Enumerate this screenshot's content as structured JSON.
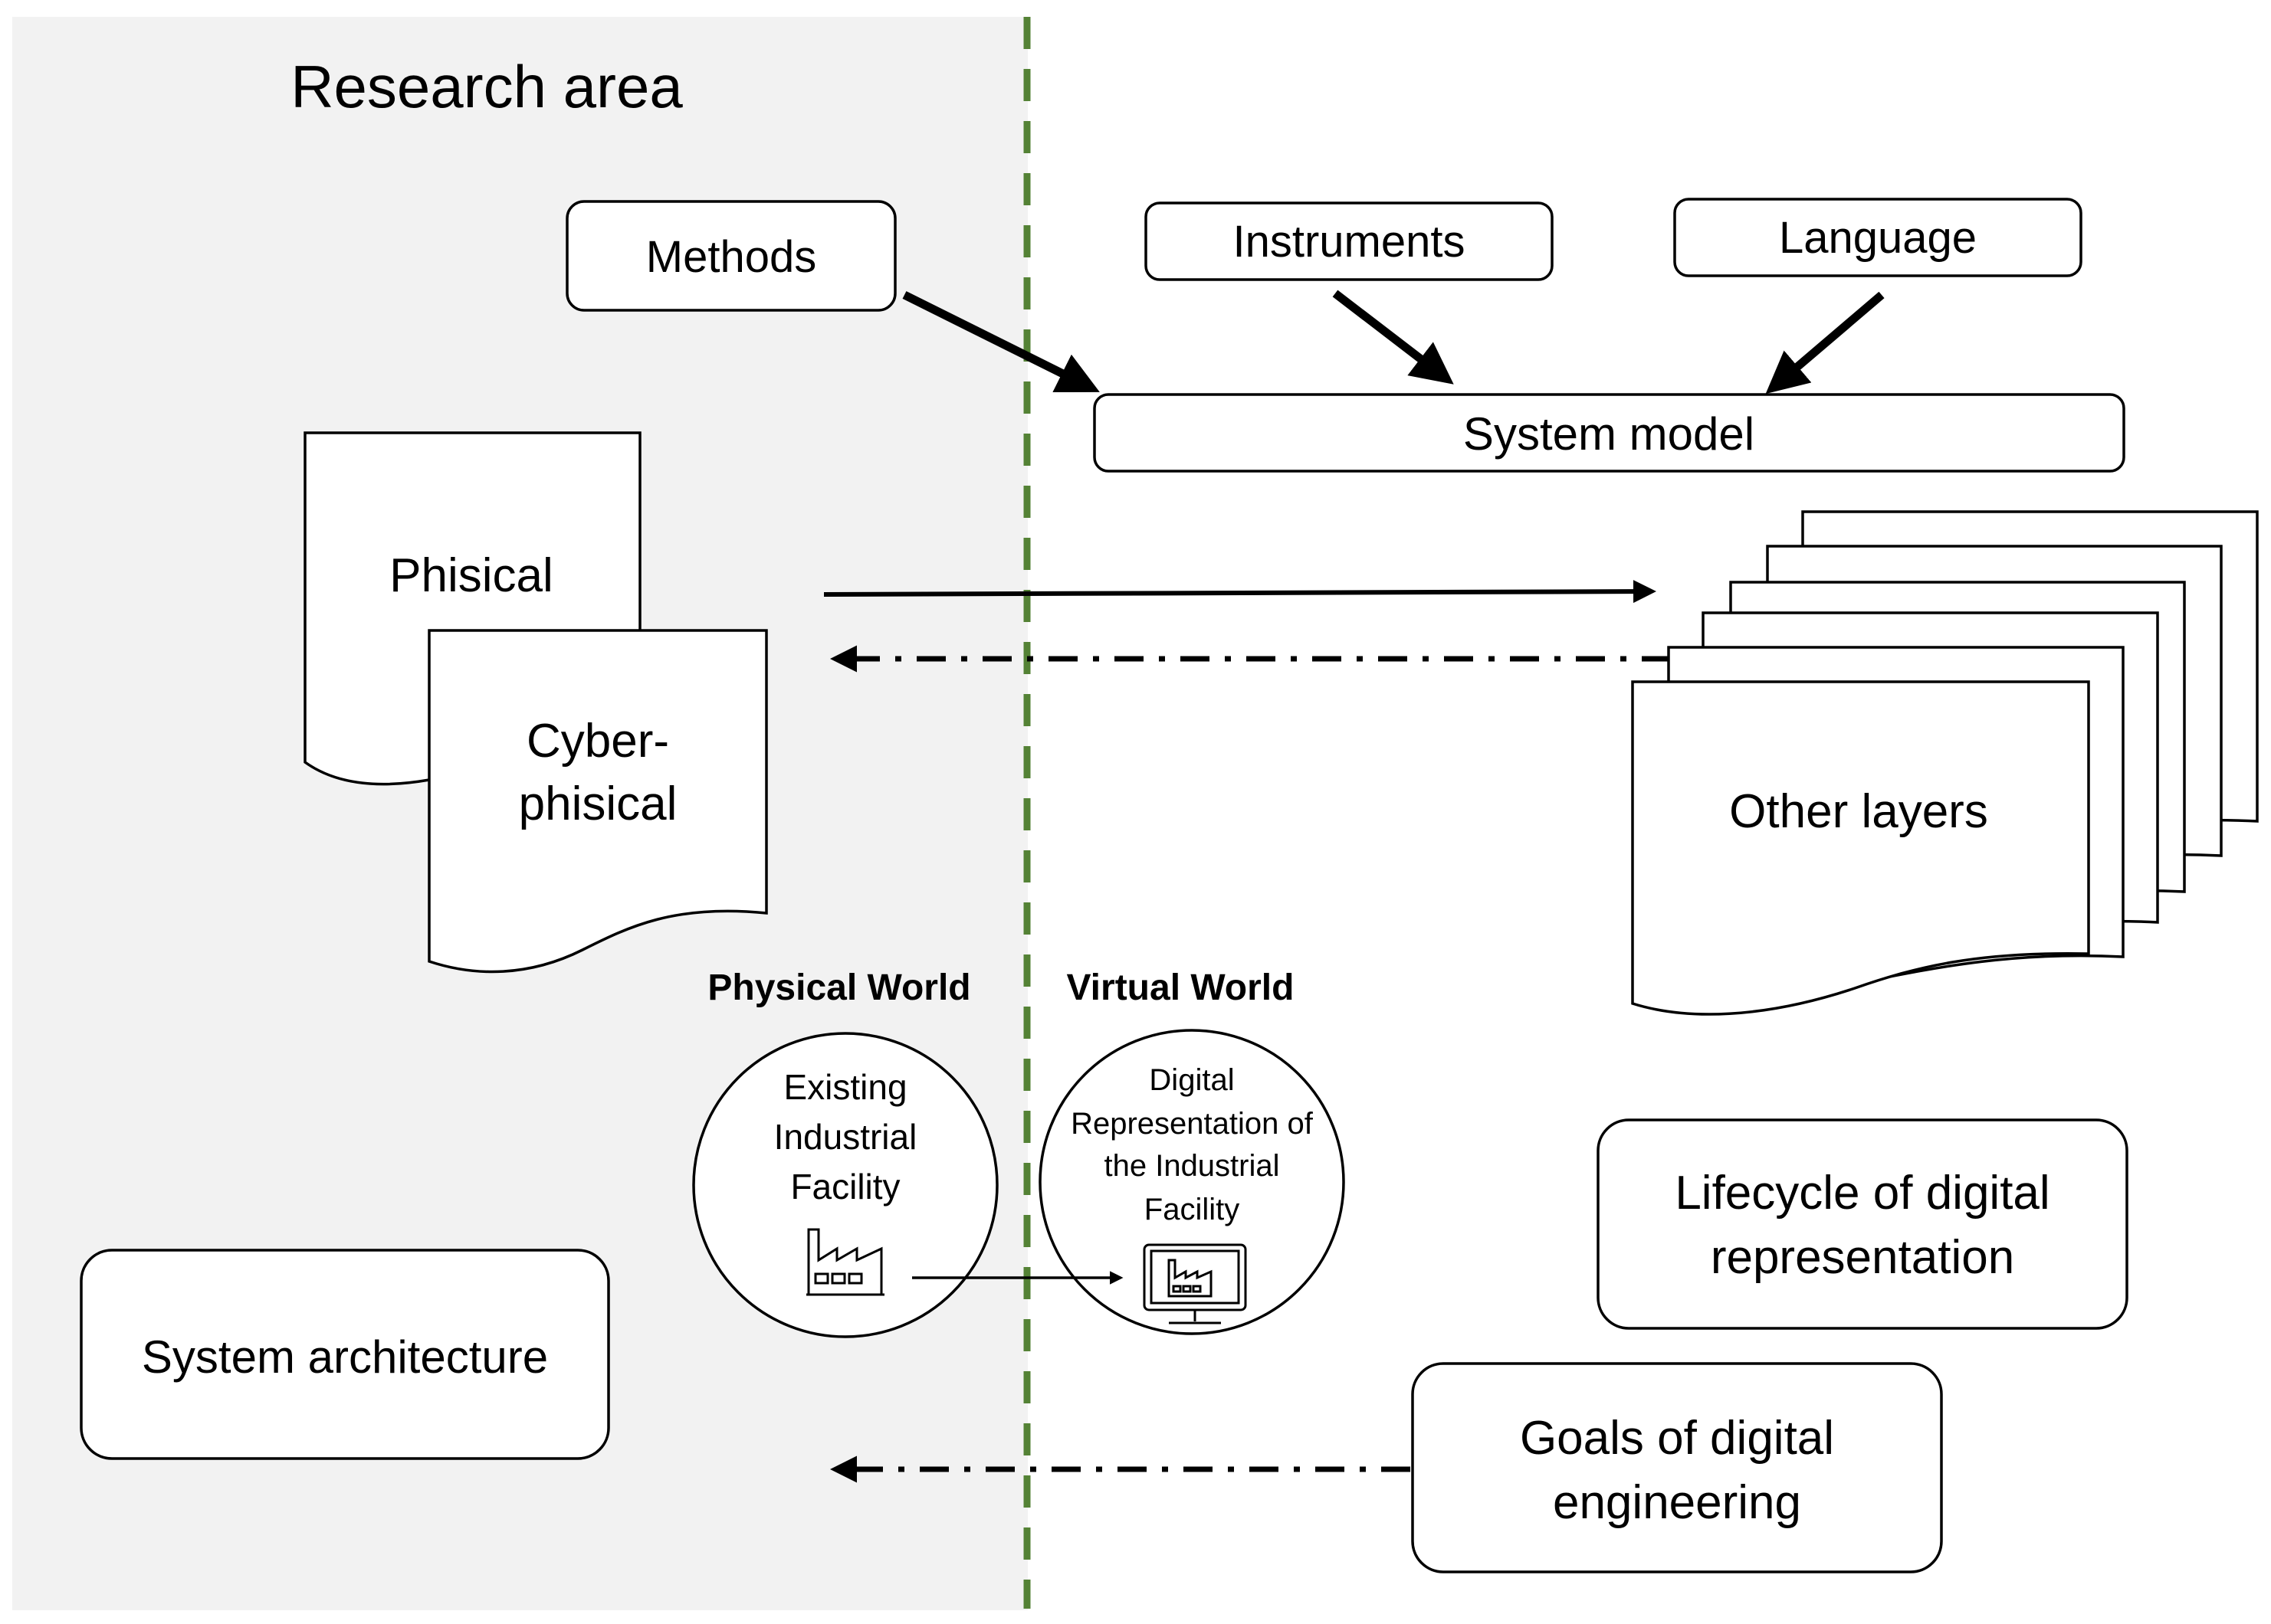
{
  "title": "Research area",
  "nodes": {
    "methods": "Methods",
    "instruments": "Instruments",
    "language": "Language",
    "system_model": "System model",
    "phisical": "Phisical",
    "cyber_phisical": [
      "Cyber-",
      "phisical"
    ],
    "other_layers": "Other layers",
    "system_architecture": "System architecture",
    "lifecycle": [
      "Lifecycle of digital",
      "representation"
    ],
    "goals": [
      "Goals of digital",
      "engineering"
    ]
  },
  "worlds": {
    "physical_title": "Physical World",
    "virtual_title": "Virtual World",
    "existing_facility": [
      "Existing",
      "Industrial",
      "Facility"
    ],
    "digital_representation": [
      "Digital",
      "Representation of",
      "the Industrial",
      "Facility"
    ]
  },
  "icons": {
    "factory": "factory-icon",
    "monitor": "monitor-factory-icon"
  },
  "colors": {
    "research_area_fill": "#f2f2f2",
    "divider": "#548235",
    "stroke": "#000000"
  }
}
